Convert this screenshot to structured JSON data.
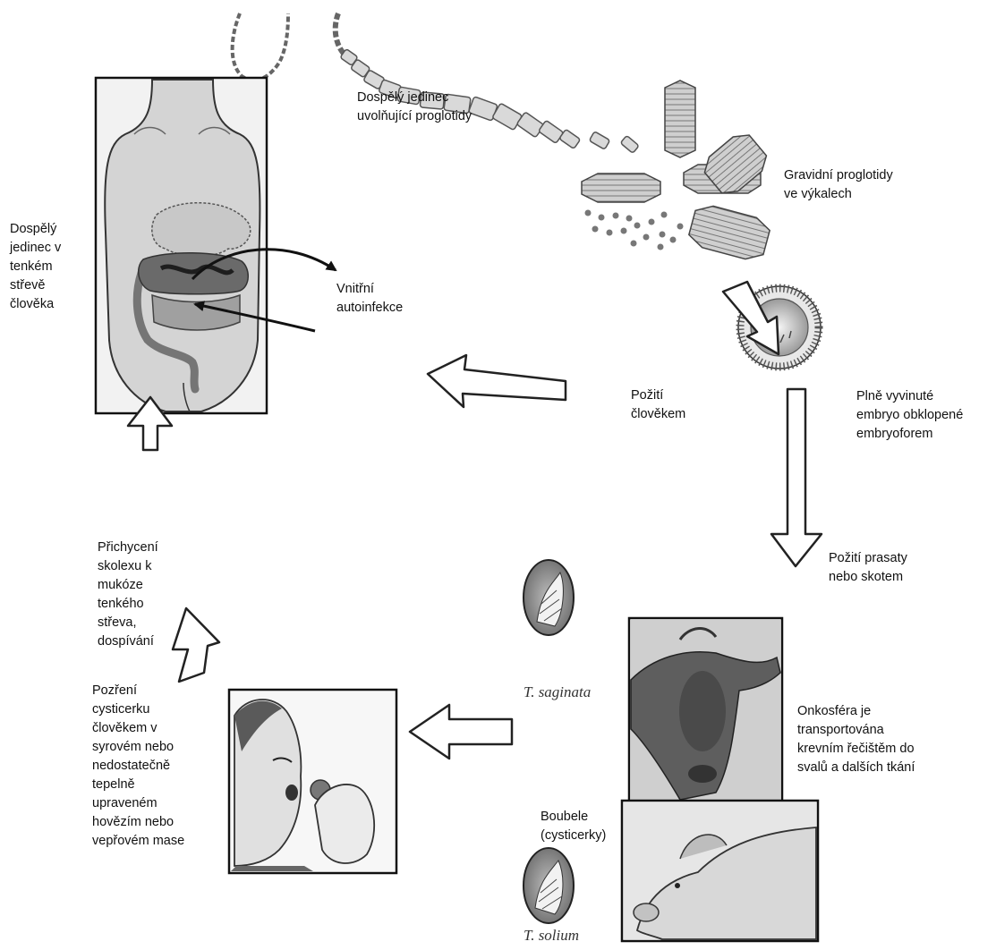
{
  "labels": {
    "adult_release": "Dospělý jedinec\nuvolňující proglotidy",
    "gravid_proglottids": "Gravidní proglotidy\nve výkalech",
    "adult_intestine": "Dospělý\njedinec v\ntenkém\nstřevě\nčlověka",
    "autoinfection": "Vnitřní\nautoinfekce",
    "ingested_by_human": "Požití\nčlověkem",
    "embryo": "Plně vyvinuté\nembryo obklopené\nembryoforem",
    "ingested_by_animals": "Požití prasaty\nnebo skotem",
    "oncosphere": "Onkosféra je\ntransportována\nkrevním řečištěm do\nsvalů a dalších tkání",
    "cysts": "Boubele\n(cysticerky)",
    "ingestion_cysticercus": "Pozření\ncysticerku\nčlověkem v\nsyrovém nebo\nnedostatečně\ntepelně\nupraveném\nhovězím nebo\nvepřovém mase",
    "attachment": "Přichycení\nskolexu k\nmukóze\ntenkého\nstřeva,\ndospívání"
  },
  "species": {
    "saginata": "T. saginata",
    "solium": "T. solium"
  }
}
